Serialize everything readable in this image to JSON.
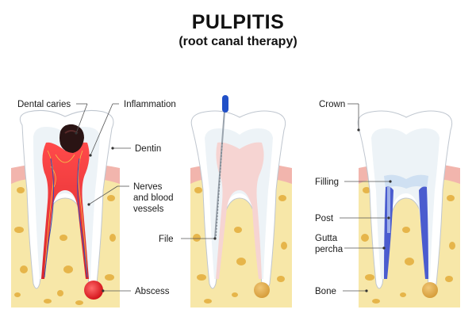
{
  "title": "PULPITIS",
  "subtitle": "(root canal therapy)",
  "labels": {
    "dental_caries": "Dental caries",
    "inflammation": "Inflammation",
    "dentin": "Dentin",
    "nerves_l1": "Nerves",
    "nerves_l2": "and blood",
    "nerves_l3": "vessels",
    "abscess": "Abscess",
    "file": "File",
    "crown": "Crown",
    "filling": "Filling",
    "post": "Post",
    "gutta_l1": "Gutta",
    "gutta_l2": "percha",
    "bone": "Bone"
  },
  "colors": {
    "bone": "#f7e7a8",
    "bone_spots": "#e6b54a",
    "gum": "#f2b5ad",
    "enamel": "#ffffff",
    "dentin": "#edf3f7",
    "pulp_inflamed": "#e8323a",
    "pulp_healthy": "#f6d4d2",
    "gutta_percha": "#4a5ccf",
    "file_handle": "#2150c8",
    "abscess": "#e4262c",
    "caries": "#2a1414"
  }
}
